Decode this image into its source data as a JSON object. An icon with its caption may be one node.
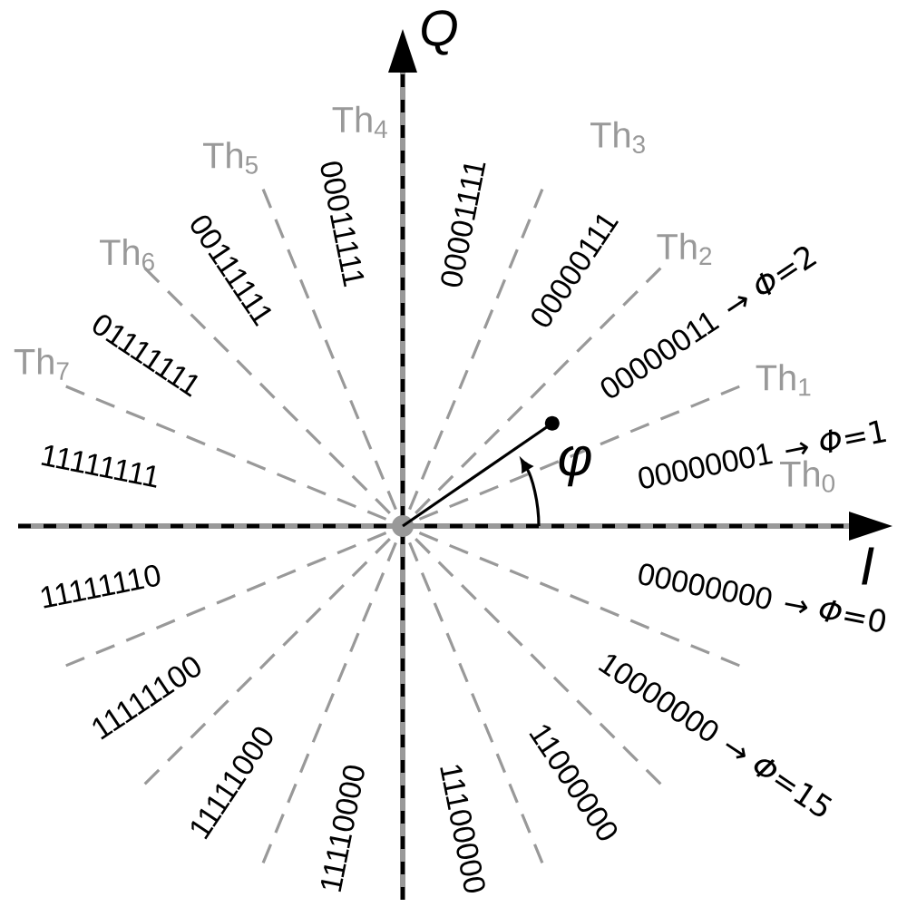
{
  "diagram": {
    "labels": [
      "Q",
      "Th$_{4}$",
      "Th$_{5}$",
      "Th$_{3}$",
      "00011111",
      "00001111",
      "Th$_{6}$",
      "00111111",
      "00000111",
      "Th$_{2}$",
      "→ *Φ*=2",
      "00000011",
      "Th$_{7}$",
      "01111111",
      "Th$_{1}$",
      "11111111",
      "φ",
      "00000001",
      "→ *Φ*=1",
      "Th$_{0}$",
      "I",
      "11111110",
      "00000000",
      "→ *Φ*=0",
      "11111100",
      "10000000",
      "→ *Φ*=15",
      "11111000",
      "11110000",
      "11100000",
      "11000000"
    ]
  }
}
